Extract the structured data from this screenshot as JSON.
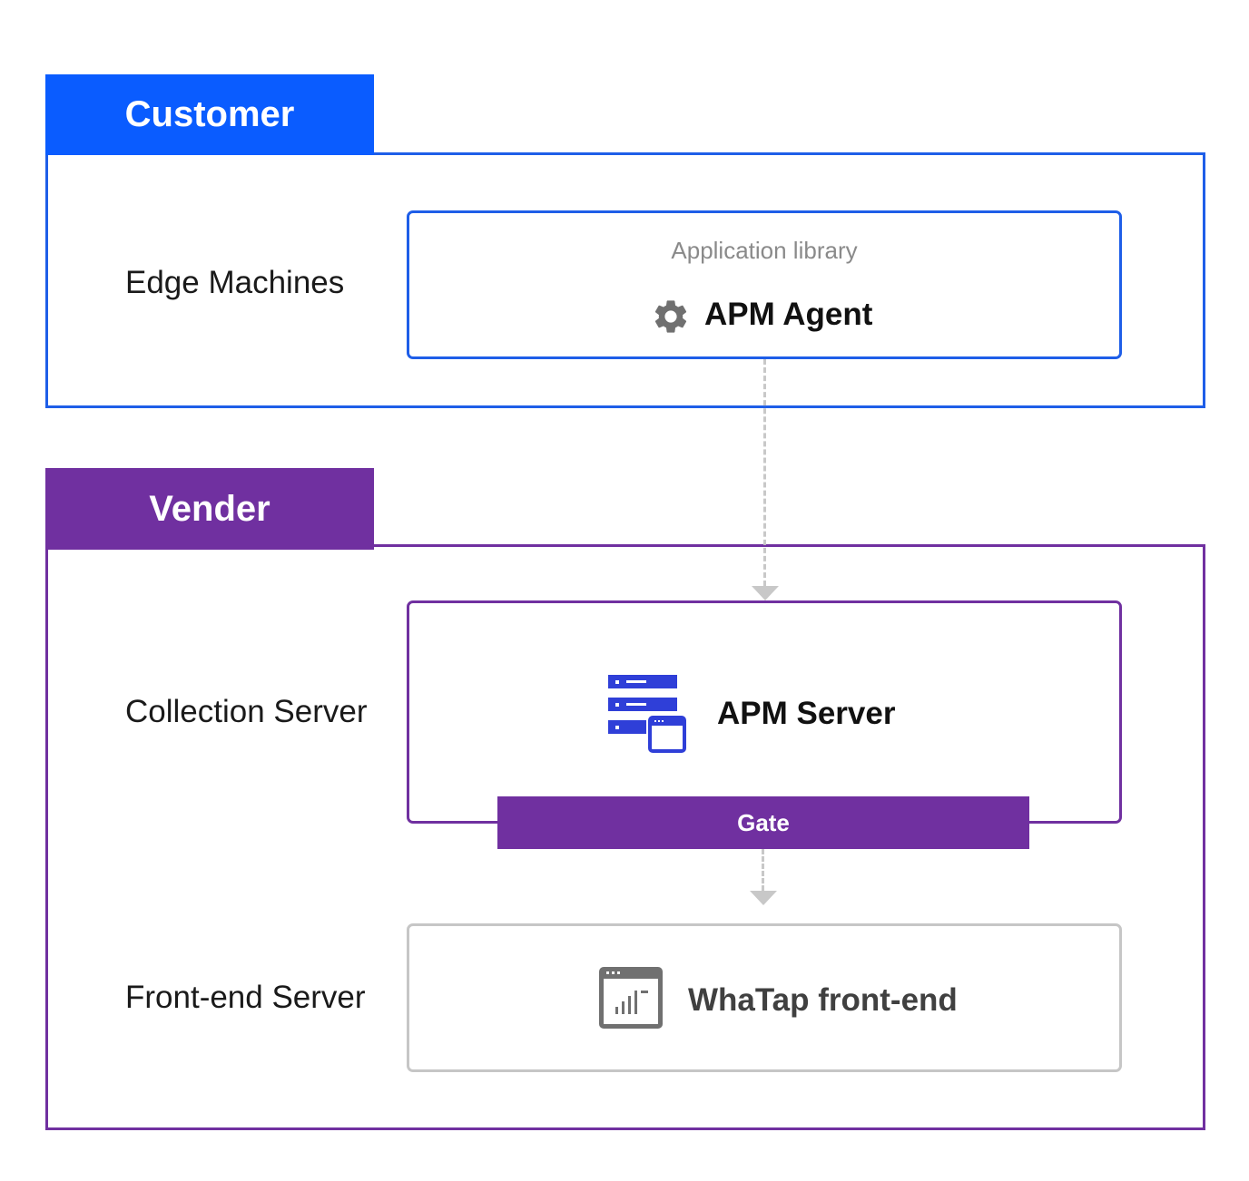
{
  "customer": {
    "tab_label": "Customer",
    "color": "#0a5cff",
    "row_label": "Edge Machines",
    "box": {
      "subtitle": "Application library",
      "title": "APM Agent",
      "icon": "gear-icon"
    }
  },
  "vender": {
    "tab_label": "Vender",
    "color": "#7030a0",
    "collection": {
      "row_label": "Collection Server",
      "title": "APM Server",
      "icon": "server-icon",
      "gate_label": "Gate"
    },
    "frontend": {
      "row_label": "Front-end Server",
      "title": "WhaTap front-end",
      "icon": "dashboard-window-icon"
    }
  },
  "colors": {
    "arrow": "#c8c8c8",
    "frontend_border": "#c6c6c6",
    "server_icon": "#2f3fd8",
    "dashboard_icon": "#707070"
  }
}
